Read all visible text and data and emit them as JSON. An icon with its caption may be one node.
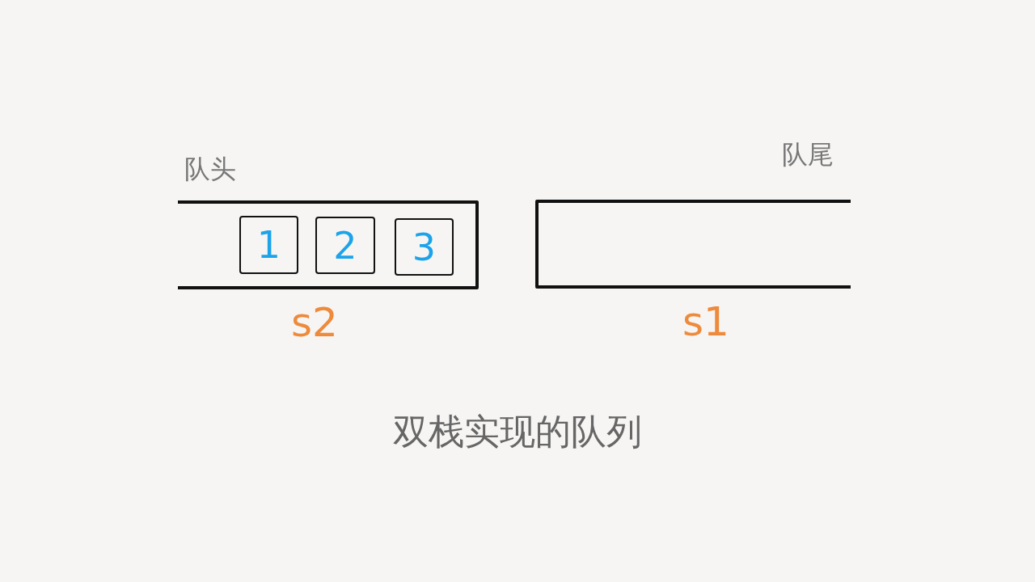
{
  "diagram": {
    "caption": "双栈实现的队列",
    "nodes": [
      {
        "text": [
          "s2"
        ]
      },
      {
        "text": [
          "1"
        ],
        "in": 0
      },
      {
        "text": [
          "2"
        ],
        "in": 0
      },
      {
        "text": [
          "3"
        ],
        "in": 0
      },
      {
        "text": [
          "s1"
        ]
      }
    ],
    "labels": [
      "队头",
      "队尾"
    ]
  }
}
